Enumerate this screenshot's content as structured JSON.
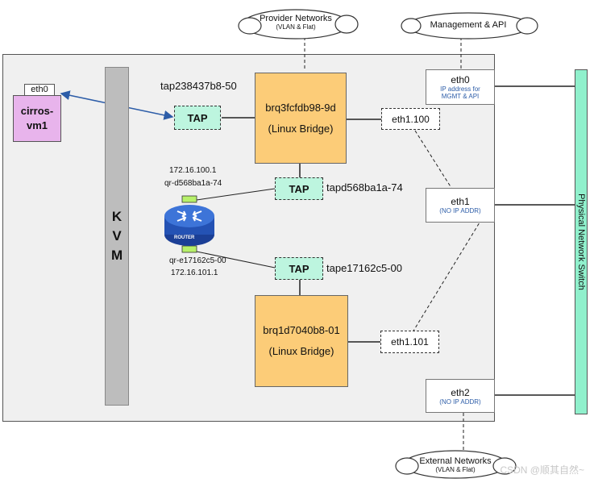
{
  "clouds": {
    "provider": {
      "title": "Provider Networks",
      "subtitle": "(VLAN & Flat)"
    },
    "management": {
      "title": "Management & API"
    },
    "external": {
      "title": "External Networks",
      "subtitle": "(VLAN & Flat)"
    }
  },
  "hypervisor": {
    "label": "KVM"
  },
  "vm": {
    "name": "cirros-vm1",
    "iface": "eth0"
  },
  "bridges": [
    {
      "name": "brq3fcfdb98-9d",
      "type": "(Linux Bridge)",
      "tap_device": "tap238437b8-50",
      "subinterface": "eth1.100"
    },
    {
      "name": "brq1d7040b8-01",
      "type": "(Linux Bridge)",
      "subinterface": "eth1.101"
    }
  ],
  "taps": {
    "vm_tap": "TAP",
    "router_tap_top": "TAP",
    "router_tap_bottom": "TAP",
    "tap_top_name": "tapd568ba1a-74",
    "tap_bottom_name": "tape17162c5-00"
  },
  "router": {
    "label": "ROUTER",
    "top_ip": "172.16.100.1",
    "top_port": "qr-d568ba1a-74",
    "bottom_port": "qr-e17162c5-00",
    "bottom_ip": "172.16.101.1"
  },
  "nics": [
    {
      "name": "eth0",
      "desc": "IP address for MGMT & API"
    },
    {
      "name": "eth1",
      "desc": "(NO IP ADDR)"
    },
    {
      "name": "eth2",
      "desc": "(NO IP ADDR)"
    }
  ],
  "switch": {
    "label": "Physical Network Switch"
  },
  "watermark": "CSDN @顺其自然~",
  "colors": {
    "bridge": "#fccc78",
    "tap": "#bdf5df",
    "vm": "#e8b4ec",
    "switch": "#90f0cc",
    "kvm": "#bdbdbd",
    "host": "#f0f0f0",
    "vm_link": "#2d5da8"
  }
}
